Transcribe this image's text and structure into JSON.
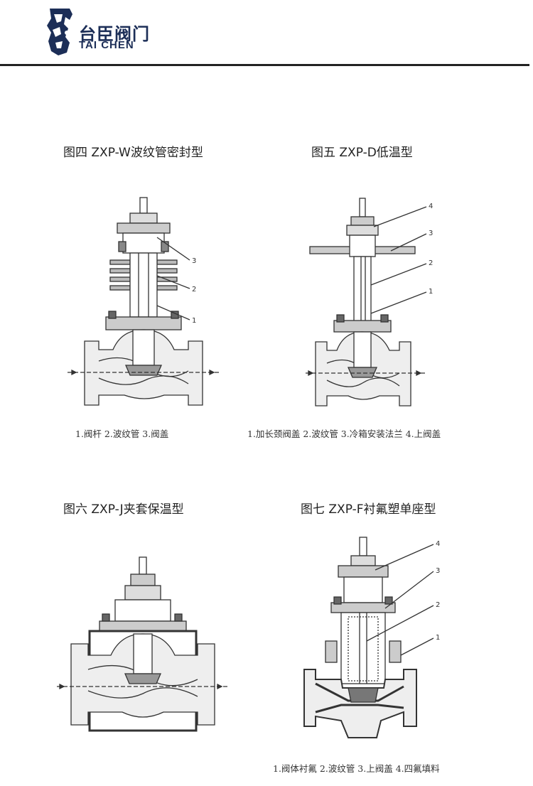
{
  "brand": {
    "name_cn": "台臣阀门",
    "name_en": "TAI CHEN",
    "accent": "#1c2e57"
  },
  "figures": [
    {
      "title": "图四 ZXP-W波纹管密封型",
      "caption": "1.阀杆 2.波纹管 3.阀盖",
      "callouts": [
        "3",
        "2",
        "1"
      ]
    },
    {
      "title": "图五 ZXP-D低温型",
      "caption": "1.加长颈阀盖 2.波纹管 3.冷箱安装法兰 4.上阀盖",
      "callouts": [
        "4",
        "3",
        "2",
        "1"
      ]
    },
    {
      "title": "图六 ZXP-J夹套保温型",
      "caption": ""
    },
    {
      "title": "图七 ZXP-F衬氟塑单座型",
      "caption": "1.阀体衬氟 2.波纹管 3.上阀盖 4.四氟填料",
      "callouts": [
        "4",
        "3",
        "2",
        "1"
      ]
    }
  ]
}
